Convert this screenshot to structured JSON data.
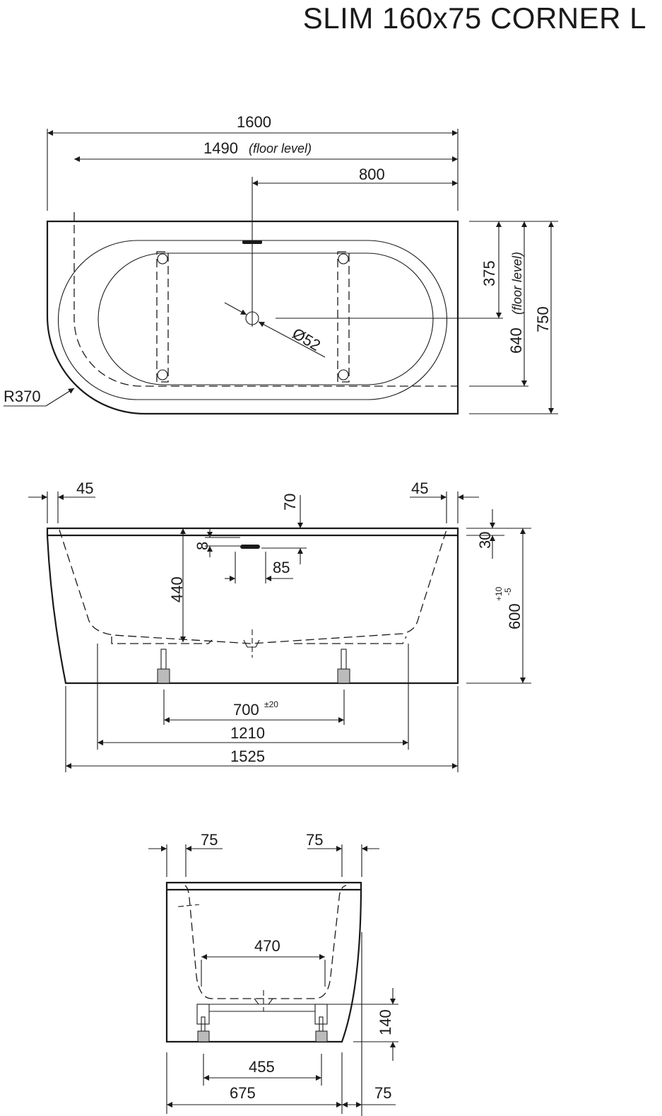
{
  "title": "SLIM 160x75 CORNER L",
  "top_view": {
    "length": "1600",
    "floor_length": "1490",
    "floor_note": "(floor level)",
    "drain_offset": "800",
    "drain_depth": "375",
    "floor_width": "640",
    "width": "750",
    "drain_diameter": "Ø52",
    "radius": "R370"
  },
  "side_view": {
    "rim_left": "45",
    "rim_right": "45",
    "overflow_depth": "70",
    "overflow_height": "8",
    "overflow_width": "85",
    "inner_depth": "440",
    "rim_height": "30",
    "height": "600",
    "height_tol_plus": "+10",
    "height_tol_minus": "-5",
    "feet_spacing": "700",
    "feet_tol": "±20",
    "frame_length": "1210",
    "floor_length": "1525"
  },
  "end_view": {
    "rim_left": "75",
    "rim_right": "75",
    "inner_width": "470",
    "frame_height": "140",
    "feet_spacing": "455",
    "floor_width": "675",
    "overhang": "75"
  }
}
